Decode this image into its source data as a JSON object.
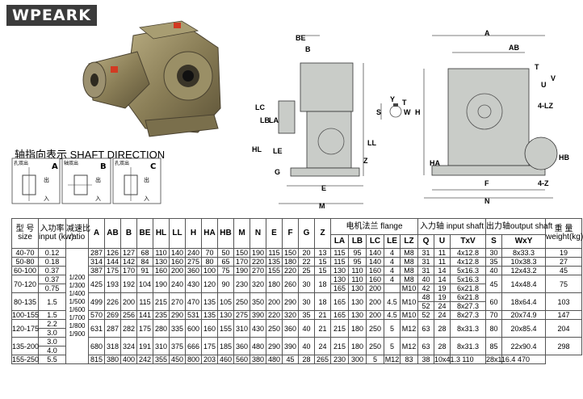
{
  "brand": "WPEARK",
  "shaft_direction": {
    "title": "轴指向表示  SHAFT DIRECTION",
    "types": [
      {
        "letter": "A",
        "top": "孔双出",
        "label_in": "入",
        "label_out": "出"
      },
      {
        "letter": "B",
        "top": "轴双出",
        "label_in": "入",
        "label_out": "出"
      },
      {
        "letter": "C",
        "top": "孔双出",
        "label_in": "入",
        "label_out": "出"
      }
    ]
  },
  "drawing_labels": {
    "front": [
      "BE",
      "B",
      "LC",
      "LB",
      "LA",
      "HL",
      "LE",
      "G",
      "E",
      "M",
      "LL",
      "Z",
      "H"
    ],
    "key": [
      "S",
      "Y",
      "T",
      "W"
    ],
    "side": [
      "A",
      "AB",
      "T",
      "V",
      "U",
      "HB",
      "HA",
      "4-LZ",
      "4-Z",
      "F",
      "N"
    ]
  },
  "table": {
    "header": {
      "model_cn": "型 号",
      "model_en": "size",
      "power_cn": "入功率",
      "power_en": "input (kw)",
      "ratio_cn": "减速比",
      "ratio_en": "ratio",
      "dims": [
        "A",
        "AB",
        "B",
        "BE",
        "HL",
        "LL",
        "H",
        "HA",
        "HB",
        "M",
        "N",
        "E",
        "F",
        "G",
        "Z"
      ],
      "motor_flange": "电机法兰  flange",
      "flange_cols": [
        "LA",
        "LB",
        "LC",
        "LE",
        "LZ"
      ],
      "input_shaft": "入力轴 input shaft",
      "input_cols": [
        "Q",
        "U",
        "TxV"
      ],
      "output_shaft": "出力轴output shaft",
      "output_cols": [
        "S",
        "WxY"
      ],
      "weight_cn": "重  量",
      "weight_en": "weight(kg)"
    },
    "ratio_text": [
      "1/200",
      "1/300",
      "1/400",
      "1/500",
      "1/600",
      "1/700",
      "1/800",
      "1/900"
    ],
    "rows": [
      {
        "size": "40-70",
        "powers": [
          "0.12"
        ],
        "dims": [
          "287",
          "126",
          "127",
          "68",
          "110",
          "140",
          "240",
          "70",
          "50",
          "150",
          "190",
          "115",
          "150",
          "20",
          "13"
        ],
        "fl": [
          [
            "115",
            "95",
            "140",
            "4",
            "M8"
          ]
        ],
        "in": [
          [
            "31",
            "11",
            "4x12.8"
          ]
        ],
        "out": [
          "30",
          "8x33.3"
        ],
        "w": "19"
      },
      {
        "size": "50-80",
        "powers": [
          "0.18"
        ],
        "dims": [
          "314",
          "144",
          "142",
          "84",
          "130",
          "160",
          "275",
          "80",
          "65",
          "170",
          "220",
          "135",
          "180",
          "22",
          "15"
        ],
        "fl": [
          [
            "115",
            "95",
            "140",
            "4",
            "M8"
          ]
        ],
        "in": [
          [
            "31",
            "11",
            "4x12.8"
          ]
        ],
        "out": [
          "35",
          "10x38.3"
        ],
        "w": "27"
      },
      {
        "size": "60-100",
        "powers": [
          "0.37"
        ],
        "dims": [
          "387",
          "175",
          "170",
          "91",
          "160",
          "200",
          "360",
          "100",
          "75",
          "190",
          "270",
          "155",
          "220",
          "25",
          "15"
        ],
        "fl": [
          [
            "130",
            "110",
            "160",
            "4",
            "M8"
          ]
        ],
        "in": [
          [
            "31",
            "14",
            "5x16.3"
          ]
        ],
        "out": [
          "40",
          "12x43.2"
        ],
        "w": "45"
      },
      {
        "size": "70-120",
        "powers": [
          "0.37",
          "0.75"
        ],
        "dims": [
          "425",
          "193",
          "192",
          "104",
          "190",
          "240",
          "430",
          "120",
          "90",
          "230",
          "320",
          "180",
          "260",
          "30",
          "18"
        ],
        "fl": [
          [
            "130",
            "110",
            "160",
            "4",
            "M8"
          ],
          [
            "165",
            "130",
            "200",
            "",
            "M10"
          ]
        ],
        "in": [
          [
            "40",
            "14",
            "5x16.3"
          ],
          [
            "42",
            "19",
            "6x21.8"
          ]
        ],
        "out": [
          "45",
          "14x48.4"
        ],
        "w": "75"
      },
      {
        "size": "80-135",
        "powers": [
          "1.5"
        ],
        "dims": [
          "499",
          "226",
          "200",
          "115",
          "215",
          "270",
          "470",
          "135",
          "105",
          "250",
          "350",
          "200",
          "290",
          "30",
          "18"
        ],
        "fl": [
          [
            "165",
            "130",
            "200",
            "4.5",
            "M10"
          ]
        ],
        "in": [
          [
            "48",
            "19",
            "6x21.8"
          ],
          [
            "52",
            "24",
            "8x27.3"
          ]
        ],
        "out": [
          "60",
          "18x64.4"
        ],
        "w": "103"
      },
      {
        "size": "100-155",
        "powers": [
          "1.5"
        ],
        "dims": [
          "570",
          "269",
          "256",
          "141",
          "235",
          "290",
          "531",
          "135",
          "130",
          "275",
          "390",
          "220",
          "320",
          "35",
          "21"
        ],
        "fl": [
          [
            "165",
            "130",
            "200",
            "4.5",
            "M10"
          ]
        ],
        "in": [
          [
            "52",
            "24",
            "8x27.3"
          ]
        ],
        "out": [
          "70",
          "20x74.9"
        ],
        "w": "147"
      },
      {
        "size": "120-175",
        "powers": [
          "2.2",
          "3.0"
        ],
        "dims": [
          "631",
          "287",
          "282",
          "175",
          "280",
          "335",
          "600",
          "160",
          "155",
          "310",
          "430",
          "250",
          "360",
          "40",
          "21"
        ],
        "fl": [
          [
            "215",
            "180",
            "250",
            "5",
            "M12"
          ]
        ],
        "in": [
          [
            "63",
            "28",
            "8x31.3"
          ]
        ],
        "out": [
          "80",
          "20x85.4"
        ],
        "w": "204"
      },
      {
        "size": "135-200",
        "powers": [
          "3.0",
          "4.0"
        ],
        "dims": [
          "680",
          "318",
          "324",
          "191",
          "310",
          "375",
          "666",
          "175",
          "185",
          "360",
          "480",
          "290",
          "390",
          "40",
          "24"
        ],
        "fl": [
          [
            "215",
            "180",
            "250",
            "5",
            "M12"
          ]
        ],
        "in": [
          [
            "63",
            "28",
            "8x31.3"
          ]
        ],
        "out": [
          "85",
          "22x90.4"
        ],
        "w": "298"
      },
      {
        "size": "155-250",
        "powers": [
          "5.5"
        ],
        "dims": [
          "815",
          "380",
          "400",
          "242",
          "355",
          "450",
          "800",
          "203",
          "460",
          "560",
          "380",
          "480",
          "45",
          "28",
          "265"
        ],
        "fl": [
          [
            "230",
            "300",
            "5",
            "M12"
          ]
        ],
        "in": [
          [
            "83",
            "38",
            "10x41.3"
          ]
        ],
        "out": [
          "110",
          "28x116.4"
        ],
        "w": "470"
      }
    ]
  }
}
